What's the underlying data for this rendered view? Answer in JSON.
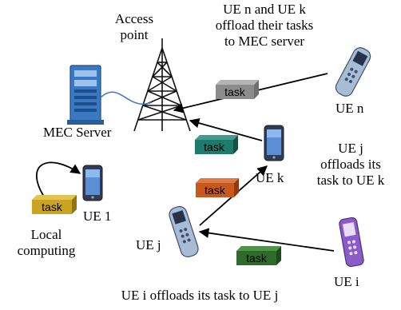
{
  "access_point_label": [
    "Access",
    "point"
  ],
  "mec_server_label": "MEC Server",
  "top_caption": [
    "UE n and UE k",
    "offload their tasks",
    "to MEC server"
  ],
  "ue_n_label": "UE n",
  "ue_k_label": "UE k",
  "ue_j_label": "UE j",
  "ue_1_label": "UE 1",
  "ue_i_label": "UE  i",
  "ue_j_caption": [
    "UE j",
    "offloads its",
    "task to UE  k"
  ],
  "local_caption": [
    "Local",
    "computing"
  ],
  "bottom_caption": "UE i offloads its task to UE  j",
  "task_label": "task",
  "colors": {
    "task_gray": "#8c8c8c",
    "task_teal": "#1f7a6b",
    "task_orange": "#c8581e",
    "task_gold": "#c9a420",
    "task_green": "#2e6b2a",
    "server_blue": "#3b78c2",
    "phone_purple": "#8a5cc7"
  },
  "icons": [
    "access-point-tower-icon",
    "server-icon",
    "smartphone-icon",
    "flip-phone-icon",
    "task-box-icon"
  ]
}
